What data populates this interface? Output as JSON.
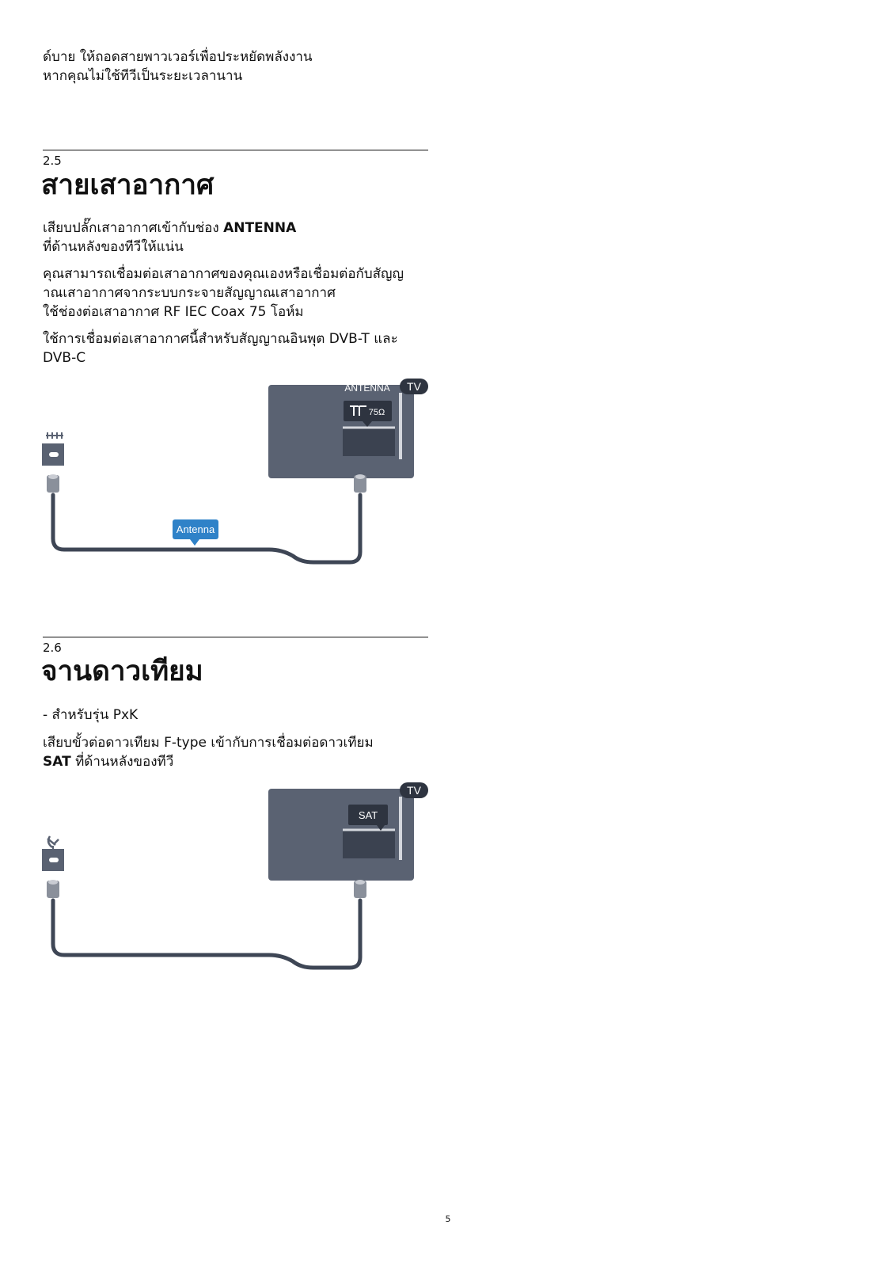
{
  "intro": {
    "line1": "ด์บาย ให้ถอดสายพาวเวอร์เพื่อประหยัดพลังงาน",
    "line2": "หากคุณไม่ใช้ทีวีเป็นระยะเวลานาน"
  },
  "section_antenna": {
    "number": "2.5",
    "title": "สายเสาอากาศ",
    "p1_line1_text": "เสียบปลั๊กเสาอากาศเข้ากับช่อง ",
    "p1_line1_bold": "ANTENNA",
    "p1_line2": "ที่ด้านหลังของทีวีให้แน่น",
    "p2_line1": "คุณสามารถเชื่อมต่อเสาอากาศของคุณเองหรือเชื่อมต่อกับสัญญ",
    "p2_line2": "าณเสาอากาศจากระบบกระจายสัญญาณเสาอากาศ",
    "p2_line3": "ใช้ช่องต่อเสาอากาศ RF IEC Coax 75 โอห์ม",
    "p3_line1": "ใช้การเชื่อมต่อเสาอากาศนี้สำหรับสัญญาณอินพุต DVB-T และ",
    "p3_line2": "DVB-C",
    "figure": {
      "tv_badge": "TV",
      "port_label": "ANTENNA",
      "port_sub": "75Ω",
      "cable_tag": "Antenna"
    }
  },
  "section_satellite": {
    "number": "2.6",
    "title": "จานดาวเทียม",
    "p1": "- สำหรับรุ่น PxK",
    "p2_line1": "เสียบขั้วต่อดาวเทียม F-type เข้ากับการเชื่อมต่อดาวเทียม",
    "p2_line2_bold": "SAT",
    "p2_line2_text": " ที่ด้านหลังของทีวี",
    "figure": {
      "tv_badge": "TV",
      "port_label": "SAT"
    }
  },
  "footer": {
    "page_number": "5"
  },
  "colors": {
    "tv_body": "#5a6272",
    "cable": "#3e4655",
    "tag_blue": "#2f82c8",
    "badge_dark": "#2e3440"
  }
}
